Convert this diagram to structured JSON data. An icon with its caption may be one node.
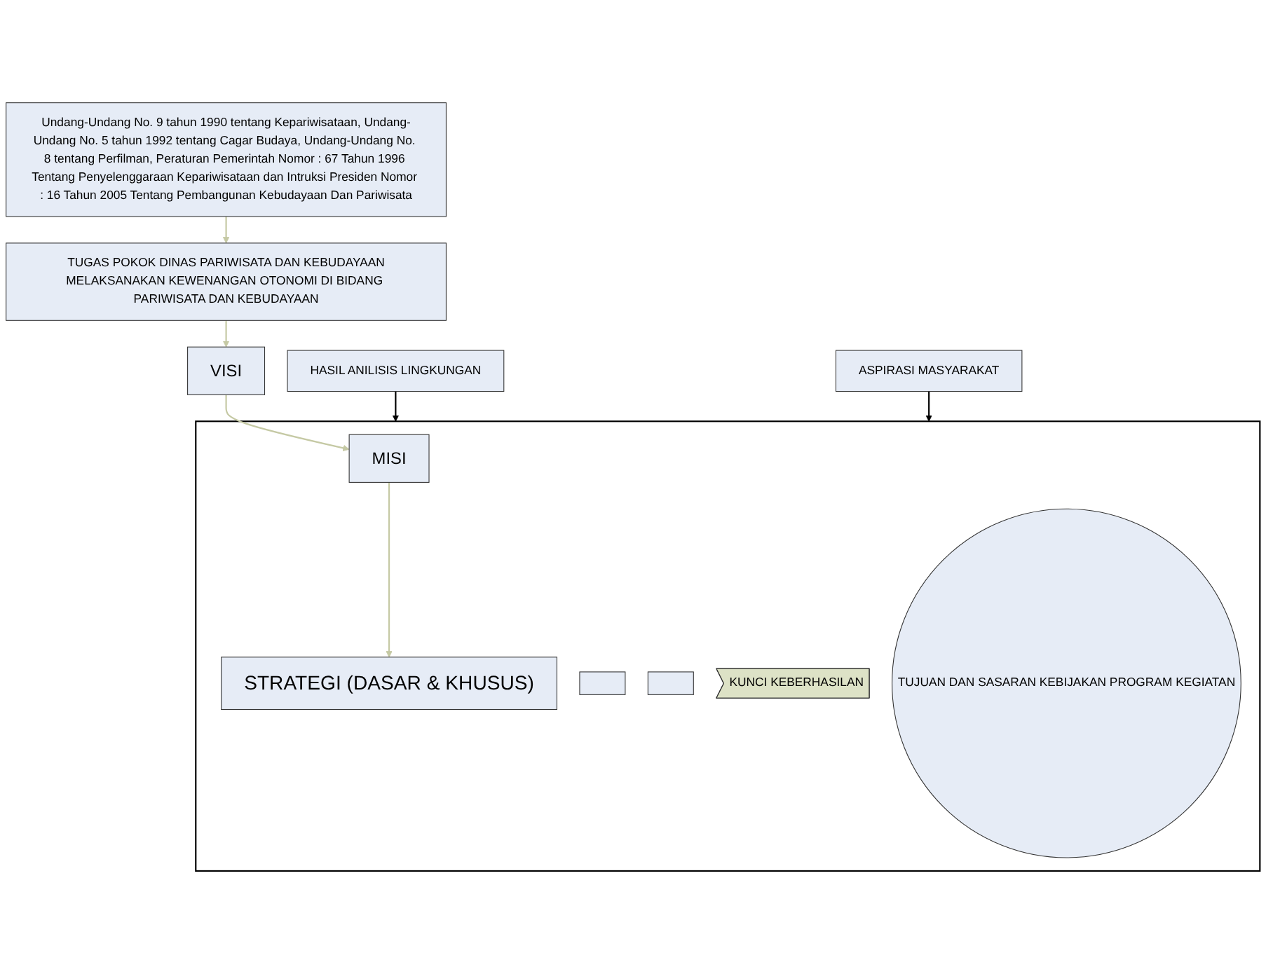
{
  "diagram": {
    "nodes": [
      {
        "text": [
          "Undang-Undang No. 9 tahun 1990 tentang Kepariwisataan, Undang-Undang No. 5 tahun 1992 tentang Cagar Budaya, Undang-Undang No. 8 tentang Perfilman, Peraturan Pemerintah Nomor : 67 Tahun 1996 Tentang Penyelenggaraan Kepariwisataan dan Intruksi Presiden Nomor : 16 Tahun 2005 Tentang Pembangunan Kebudayaan Dan Pariwisata"
        ]
      },
      {
        "text": [
          "HASIL ANILISIS LINGKUNGAN"
        ]
      },
      {
        "text": [
          "ASPIRASI MASYARAKAT"
        ]
      },
      {
        "text": [
          "TUGAS POKOK DINAS PARIWISATA DAN KEBUDAYAAN",
          "MELAKSANAKAN KEWENANGAN OTONOMI DI BIDANG PARIWISATA DAN KEBUDAYAAN"
        ]
      },
      {
        "text": [],
        "shape": "box"
      },
      {
        "text": [
          "VISI"
        ]
      },
      {
        "text": [
          "MISI"
        ],
        "in": 4
      },
      {
        "text": [
          "STRATEGI (DASAR & KHUSUS)"
        ],
        "in": 4
      },
      {
        "text": [],
        "shape": "box",
        "in": 4
      },
      {
        "text": [],
        "shape": "box",
        "in": 4
      },
      {
        "text": [
          "KUNCI KEBERHASILAN"
        ],
        "in": 4
      },
      {
        "text": [
          "TUJUAN DAN SASARAN KEBIJAKAN PROGRAM KEGIATAN"
        ],
        "in": 4
      }
    ],
    "edges": [
      {
        "from": 0,
        "to": 3,
        "arrow": "to",
        "color": "#c5c9a4"
      },
      {
        "from": 1,
        "to": 4,
        "arrow": "to",
        "color": "#000000"
      },
      {
        "from": 2,
        "to": 4,
        "arrow": "to",
        "color": "#000000"
      },
      {
        "from": 3,
        "to": 5,
        "arrow": "to",
        "color": "#c5c9a4"
      },
      {
        "from": 5,
        "to": 6,
        "arrow": "to",
        "color": "#c5c9a4"
      },
      {
        "from": 6,
        "to": 7,
        "arrow": "to",
        "color": "#c5c9a4"
      }
    ]
  }
}
